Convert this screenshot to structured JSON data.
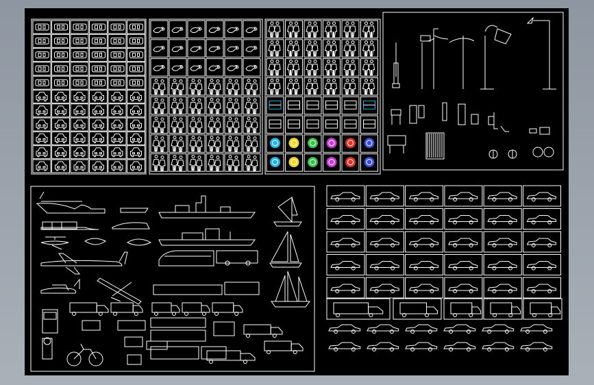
{
  "viewport": {
    "background": "#a3aab3",
    "canvas_color": "#000000"
  },
  "colors": {
    "line": "#ffffff",
    "cyan": "#1fb5e6",
    "yellow": "#f2d52a",
    "green": "#36c24a",
    "magenta": "#c43cd4",
    "red": "#e0302a",
    "blue": "#3a4fd6"
  },
  "panels": [
    {
      "id": "cars-top-view",
      "content": "car-top-and-front-icons"
    },
    {
      "id": "animals",
      "content": "animal-icons"
    },
    {
      "id": "people",
      "content": "people-and-furniture-icons"
    },
    {
      "id": "street-furniture",
      "content": "lamp-posts-and-site-elements"
    },
    {
      "id": "transport",
      "content": "boats-aircraft-trains-trucks"
    },
    {
      "id": "cars-side-view",
      "content": "car-side-elevations"
    }
  ]
}
